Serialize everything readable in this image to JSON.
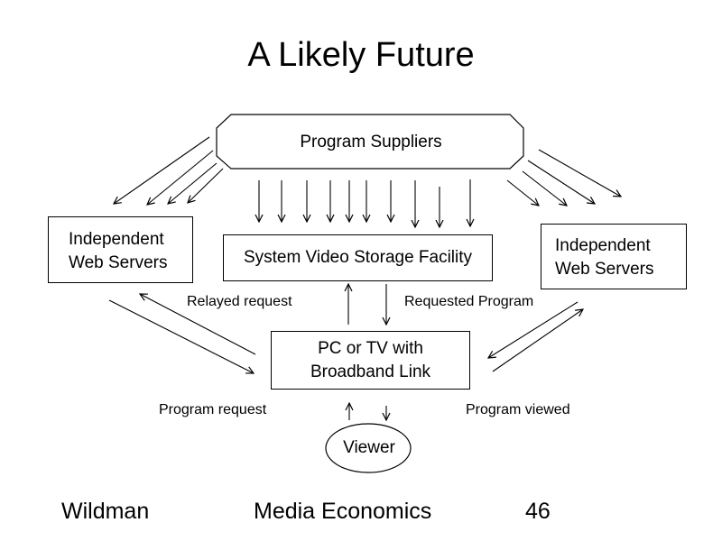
{
  "slide": {
    "title": "A Likely Future"
  },
  "nodes": {
    "program_suppliers": "Program Suppliers",
    "left_servers_line1": "Independent",
    "left_servers_line2": "Web Servers",
    "right_servers_line1": "Independent",
    "right_servers_line2": "Web Servers",
    "storage": "System Video Storage Facility",
    "pc_tv_line1": "PC or TV with",
    "pc_tv_line2": "Broadband Link",
    "viewer": "Viewer"
  },
  "edge_labels": {
    "relayed_request": "Relayed request",
    "requested_program": "Requested Program",
    "program_request": "Program request",
    "program_viewed": "Program viewed"
  },
  "footer": {
    "author": "Wildman",
    "course": "Media Economics",
    "page_number": "46"
  }
}
